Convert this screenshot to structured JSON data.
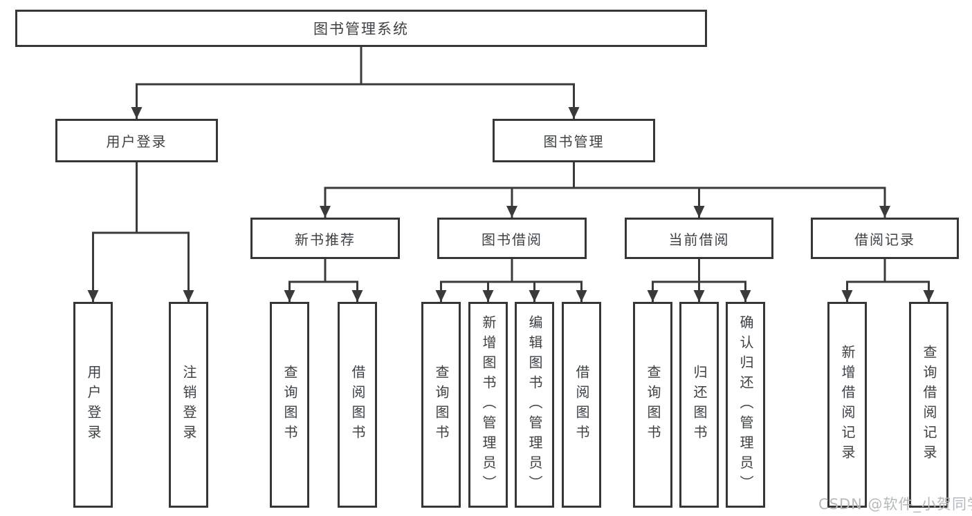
{
  "diagram": {
    "root": {
      "label": "图书管理系统"
    },
    "branches": [
      {
        "label": "用户登录",
        "children": [
          {
            "label": "用户登录"
          },
          {
            "label": "注销登录"
          }
        ]
      },
      {
        "label": "图书管理",
        "children": [
          {
            "label": "新书推荐",
            "children": [
              {
                "label": "查询图书"
              },
              {
                "label": "借阅图书"
              }
            ]
          },
          {
            "label": "图书借阅",
            "children": [
              {
                "label": "查询图书"
              },
              {
                "label": "新增图书（管理员）"
              },
              {
                "label": "编辑图书（管理员）"
              },
              {
                "label": "借阅图书"
              }
            ]
          },
          {
            "label": "当前借阅",
            "children": [
              {
                "label": "查询图书"
              },
              {
                "label": "归还图书"
              },
              {
                "label": "确认归还（管理员）"
              }
            ]
          },
          {
            "label": "借阅记录",
            "children": [
              {
                "label": "新增借阅记录"
              },
              {
                "label": "查询借阅记录"
              }
            ]
          }
        ]
      }
    ]
  },
  "watermark": {
    "text": "CSDN @软件_小贺同学",
    "color": "#b6b9bb"
  },
  "colors": {
    "line": "#3a3a3a",
    "box_border": "#363636",
    "text": "#3d4144",
    "background": "#ffffff"
  }
}
